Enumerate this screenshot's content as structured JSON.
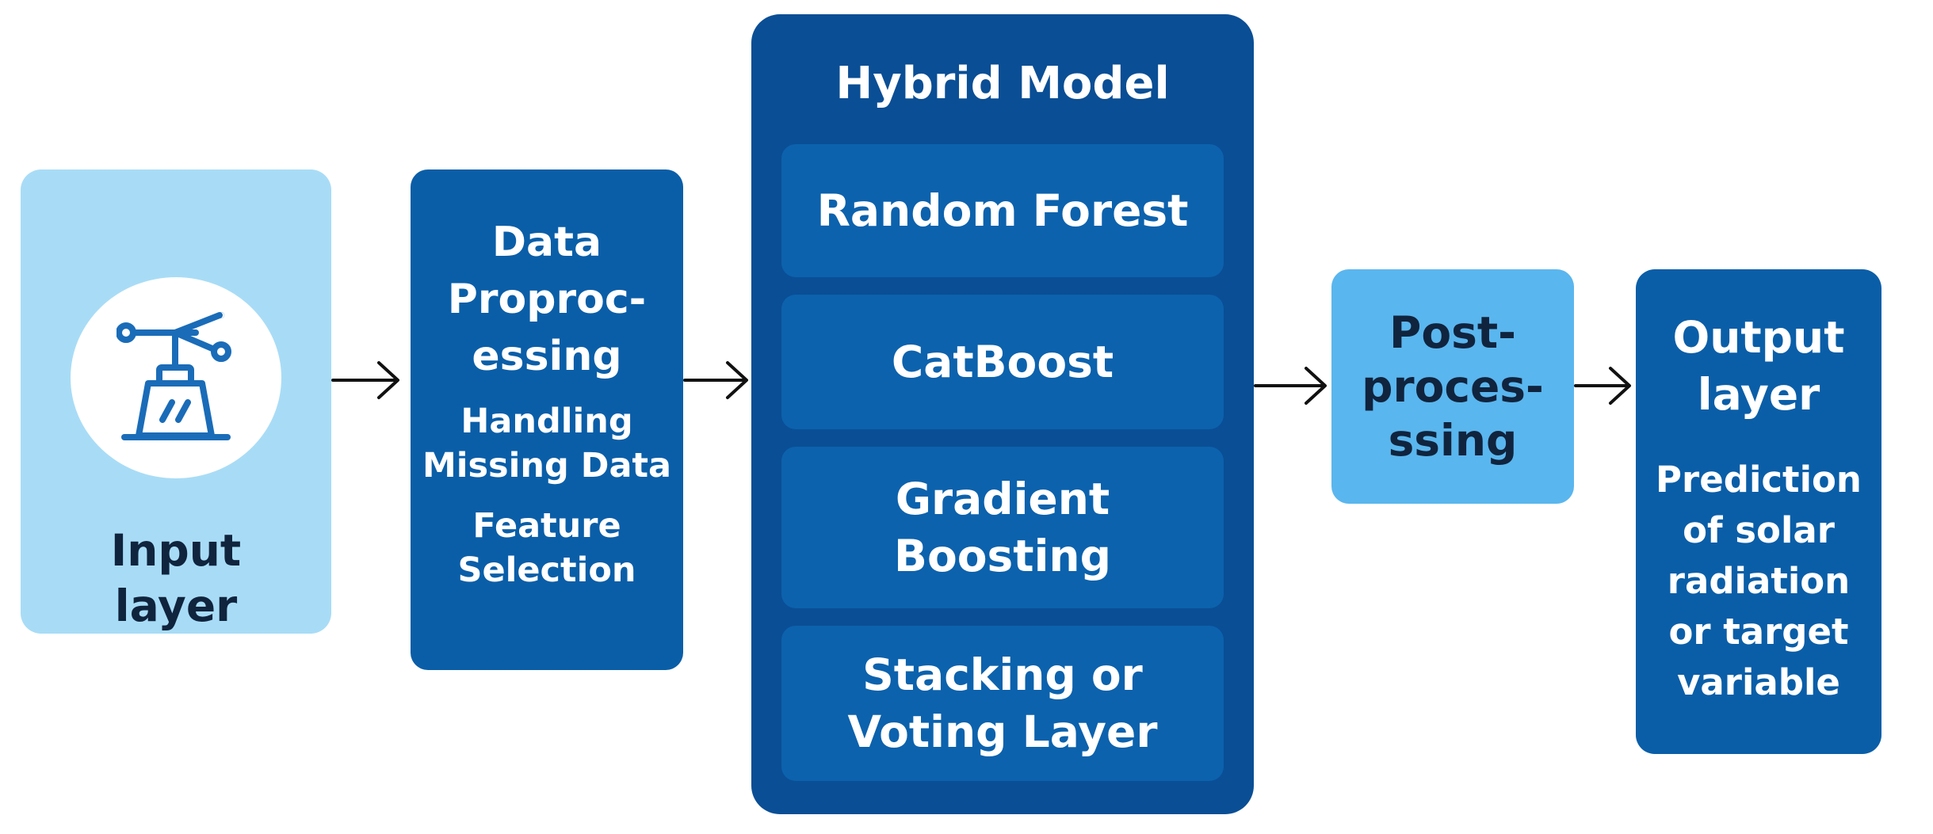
{
  "input_layer": {
    "icon": "weather-station-icon",
    "title_lines": [
      "Input",
      "layer"
    ]
  },
  "preprocessing": {
    "title_lines": [
      "Data",
      "Proproc-",
      "essing"
    ],
    "items": [
      {
        "lines": [
          "Handling",
          "Missing Data"
        ]
      },
      {
        "lines": [
          "Feature",
          "Selection"
        ]
      }
    ]
  },
  "hybrid_model": {
    "title": "Hybrid Model",
    "models": [
      {
        "lines": [
          "Random Forest"
        ]
      },
      {
        "lines": [
          "CatBoost"
        ]
      },
      {
        "lines": [
          "Gradient",
          "Boosting"
        ]
      },
      {
        "lines": [
          "Stacking or",
          "Voting Layer"
        ]
      }
    ]
  },
  "postprocessing": {
    "title_lines": [
      "Post-",
      "proces-",
      "ssing"
    ]
  },
  "output_layer": {
    "title_lines": [
      "Output",
      "layer"
    ],
    "description_lines": [
      "Prediction",
      "of solar",
      "radiation",
      "or target",
      "variable"
    ]
  },
  "colors": {
    "light_blue": "#a8dcf6",
    "medium_blue": "#5ab6ee",
    "primary_blue": "#0a5ea8",
    "dark_blue": "#0a4e95",
    "icon_blue": "#1a6cb8",
    "arrow": "#111111"
  }
}
